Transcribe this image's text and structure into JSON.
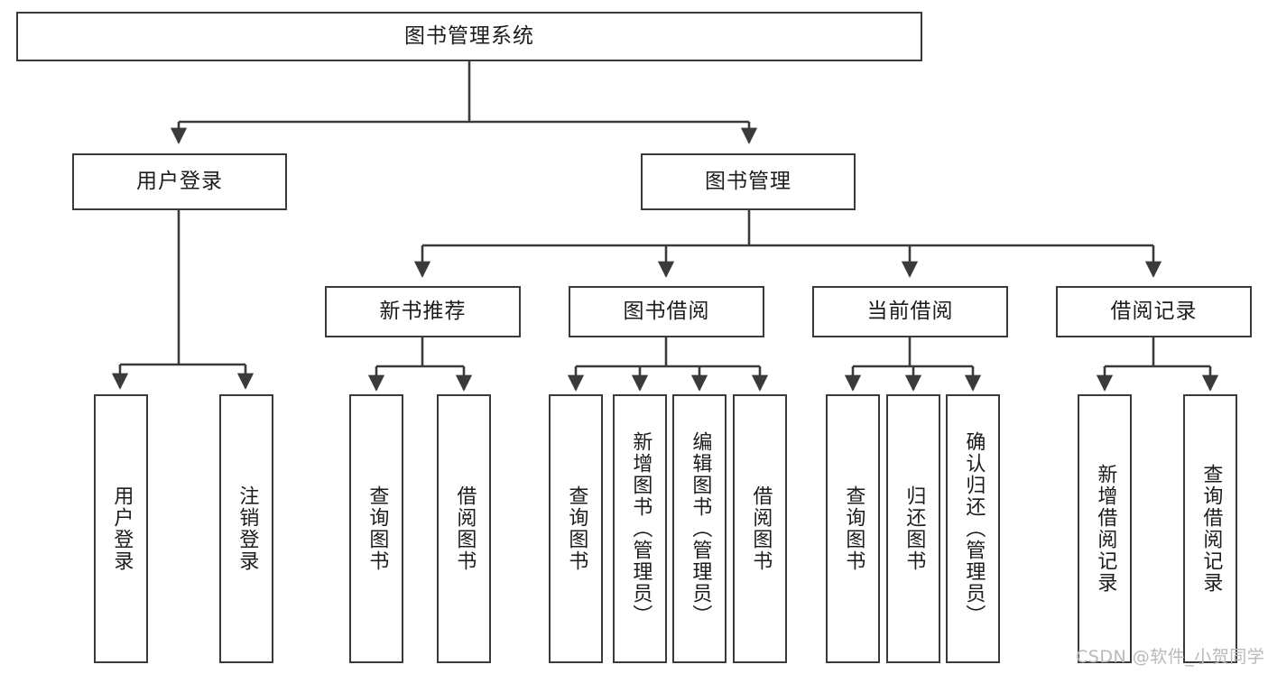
{
  "diagram": {
    "title": "图书管理系统",
    "type": "tree-hierarchy-chart",
    "root": {
      "label": "图书管理系统"
    },
    "level2": [
      {
        "label": "用户登录"
      },
      {
        "label": "图书管理"
      }
    ],
    "level3": [
      {
        "label": "新书推荐"
      },
      {
        "label": "图书借阅"
      },
      {
        "label": "当前借阅"
      },
      {
        "label": "借阅记录"
      }
    ],
    "leaves": {
      "user_login": [
        {
          "label": "用户登录"
        },
        {
          "label": "注销登录"
        }
      ],
      "new_book_recommend": [
        {
          "label": "查询图书"
        },
        {
          "label": "借阅图书"
        }
      ],
      "book_borrow": [
        {
          "label": "查询图书"
        },
        {
          "label": "新增图书（管理员）"
        },
        {
          "label": "编辑图书（管理员）"
        },
        {
          "label": "借阅图书"
        }
      ],
      "current_borrow": [
        {
          "label": "查询图书"
        },
        {
          "label": "归还图书"
        },
        {
          "label": "确认归还（管理员）"
        }
      ],
      "borrow_record": [
        {
          "label": "新增借阅记录"
        },
        {
          "label": "查询借阅记录"
        }
      ]
    }
  },
  "watermark": {
    "text": "CSDN @软件_小贺同学"
  },
  "colors": {
    "border": "#3a3a3a",
    "text": "#1c1c1c",
    "background": "#ffffff",
    "watermark": "#b9b9b9"
  }
}
